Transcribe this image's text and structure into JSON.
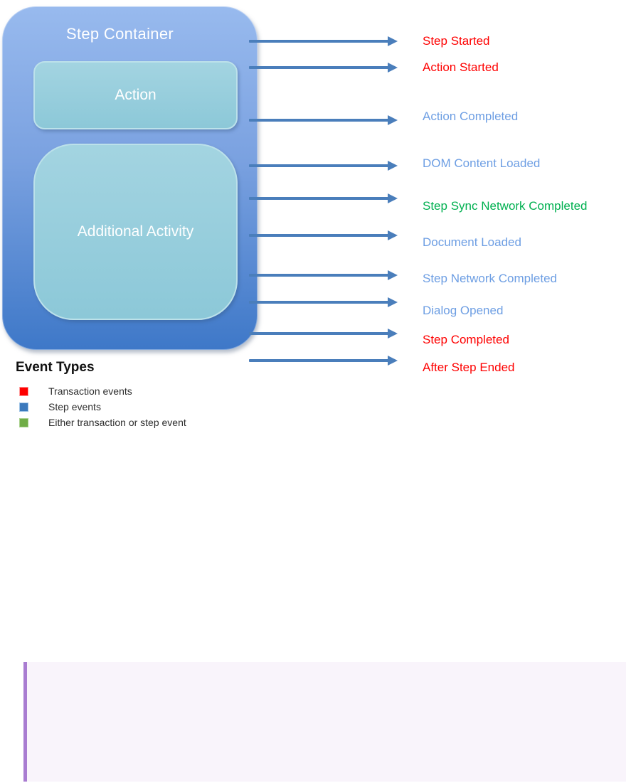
{
  "diagram": {
    "container_label": "Step Container",
    "action_label": "Action",
    "additional_activity_label": "Additional Activity"
  },
  "events": [
    {
      "label": "Step Started",
      "type": "transaction"
    },
    {
      "label": "Action Started",
      "type": "transaction"
    },
    {
      "label": "Action Completed",
      "type": "step"
    },
    {
      "label": "DOM Content Loaded",
      "type": "step"
    },
    {
      "label": "Step Sync Network Completed",
      "type": "either"
    },
    {
      "label": "Document Loaded",
      "type": "step"
    },
    {
      "label": "Step Network Completed",
      "type": "step"
    },
    {
      "label": "Dialog Opened",
      "type": "step"
    },
    {
      "label": "Step Completed",
      "type": "transaction"
    },
    {
      "label": "After Step Ended",
      "type": "transaction"
    }
  ],
  "legend": {
    "title": "Event Types",
    "items": [
      {
        "label": "Transaction events",
        "type": "transaction"
      },
      {
        "label": "Step events",
        "type": "step"
      },
      {
        "label": "Either transaction or step event",
        "type": "either"
      }
    ]
  },
  "colors": {
    "transaction": "#fe0000",
    "step": "#6d9ee3",
    "either": "#00b050",
    "arrow": "#4a7ebb",
    "legend_transaction": "#fe0000",
    "legend_step": "#3b79bc",
    "legend_either": "#70ad47",
    "legend_transaction_border": "#ff9d9d",
    "legend_step_border": "#9dc3e6",
    "legend_either_border": "#a9d18e",
    "note_border": "#a97cd1",
    "note_background": "#f9f4fb",
    "container_top": "#98baee",
    "container_bottom": "#3e78c8",
    "inner_box": "#8cc8d8"
  }
}
